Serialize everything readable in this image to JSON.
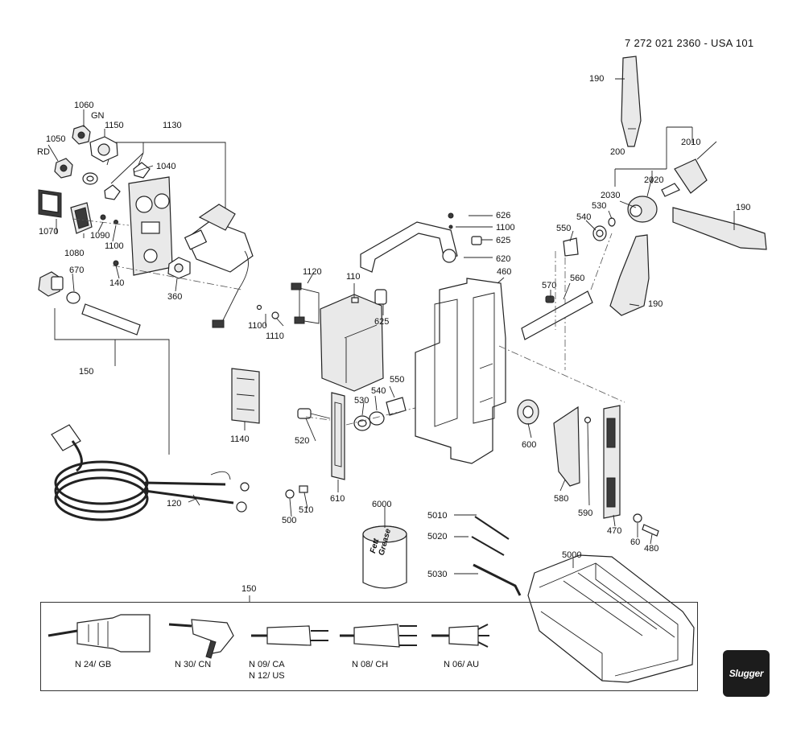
{
  "doc_number": "7 272 021 2360 - USA 101",
  "logo_text": "Slugger",
  "grease_text": [
    "Fett",
    "Grease"
  ],
  "part_labels": [
    {
      "id": "1060",
      "text": "1060"
    },
    {
      "id": "gn",
      "text": "GN"
    },
    {
      "id": "1150",
      "text": "1150"
    },
    {
      "id": "1130",
      "text": "1130"
    },
    {
      "id": "1050",
      "text": "1050"
    },
    {
      "id": "rd",
      "text": "RD"
    },
    {
      "id": "1040",
      "text": "1040"
    },
    {
      "id": "1070",
      "text": "1070"
    },
    {
      "id": "1090",
      "text": "1090"
    },
    {
      "id": "1100a",
      "text": "1100"
    },
    {
      "id": "1080",
      "text": "1080"
    },
    {
      "id": "140",
      "text": "140"
    },
    {
      "id": "360",
      "text": "360"
    },
    {
      "id": "670",
      "text": "670"
    },
    {
      "id": "1100b",
      "text": "1100"
    },
    {
      "id": "1110",
      "text": "1110"
    },
    {
      "id": "150a",
      "text": "150"
    },
    {
      "id": "1120",
      "text": "1120"
    },
    {
      "id": "110",
      "text": "110"
    },
    {
      "id": "625a",
      "text": "625"
    },
    {
      "id": "1140",
      "text": "1140"
    },
    {
      "id": "520",
      "text": "520"
    },
    {
      "id": "530a",
      "text": "530"
    },
    {
      "id": "540a",
      "text": "540"
    },
    {
      "id": "550a",
      "text": "550"
    },
    {
      "id": "510",
      "text": "510"
    },
    {
      "id": "500",
      "text": "500"
    },
    {
      "id": "610",
      "text": "610"
    },
    {
      "id": "120",
      "text": "120"
    },
    {
      "id": "626",
      "text": "626"
    },
    {
      "id": "1100c",
      "text": "1100"
    },
    {
      "id": "625b",
      "text": "625"
    },
    {
      "id": "620",
      "text": "620"
    },
    {
      "id": "460",
      "text": "460"
    },
    {
      "id": "190a",
      "text": "190"
    },
    {
      "id": "200",
      "text": "200"
    },
    {
      "id": "2010",
      "text": "2010"
    },
    {
      "id": "2020",
      "text": "2020"
    },
    {
      "id": "2030",
      "text": "2030"
    },
    {
      "id": "530b",
      "text": "530"
    },
    {
      "id": "540b",
      "text": "540"
    },
    {
      "id": "550b",
      "text": "550"
    },
    {
      "id": "190b",
      "text": "190"
    },
    {
      "id": "570",
      "text": "570"
    },
    {
      "id": "560",
      "text": "560"
    },
    {
      "id": "190c",
      "text": "190"
    },
    {
      "id": "600",
      "text": "600"
    },
    {
      "id": "580",
      "text": "580"
    },
    {
      "id": "590",
      "text": "590"
    },
    {
      "id": "470",
      "text": "470"
    },
    {
      "id": "60",
      "text": "60"
    },
    {
      "id": "480",
      "text": "480"
    },
    {
      "id": "6000",
      "text": "6000"
    },
    {
      "id": "5010",
      "text": "5010"
    },
    {
      "id": "5020",
      "text": "5020"
    },
    {
      "id": "5030",
      "text": "5030"
    },
    {
      "id": "5000",
      "text": "5000"
    },
    {
      "id": "150b",
      "text": "150"
    }
  ],
  "plug_variants": [
    {
      "label": "N 24/ GB"
    },
    {
      "label": "N 30/ CN"
    },
    {
      "label": "N 09/ CA\nN 12/ US"
    },
    {
      "label": "N 08/ CH"
    },
    {
      "label": "N 06/ AU"
    }
  ]
}
